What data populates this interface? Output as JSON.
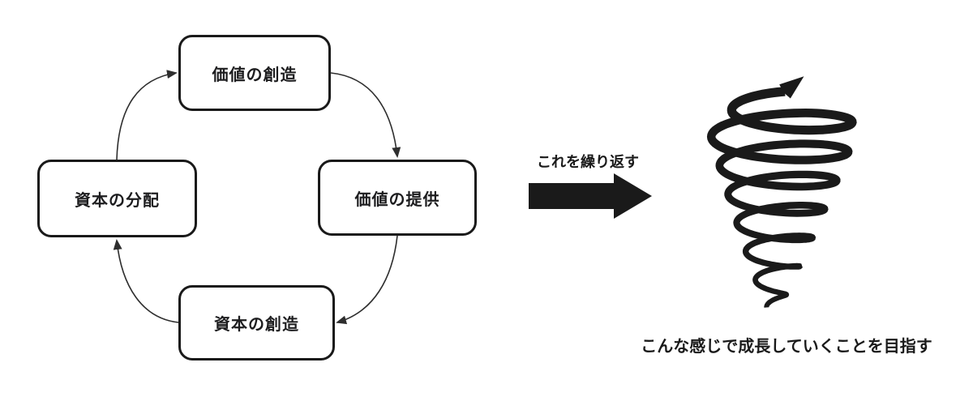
{
  "diagram": {
    "nodes": [
      {
        "id": "value-creation",
        "label": "価値の創造"
      },
      {
        "id": "value-delivery",
        "label": "価値の提供"
      },
      {
        "id": "capital-creation",
        "label": "資本の創造"
      },
      {
        "id": "capital-distribution",
        "label": "資本の分配"
      }
    ],
    "edges": [
      {
        "from": "capital-distribution",
        "to": "value-creation"
      },
      {
        "from": "value-creation",
        "to": "value-delivery"
      },
      {
        "from": "value-delivery",
        "to": "capital-creation"
      },
      {
        "from": "capital-creation",
        "to": "capital-distribution"
      }
    ]
  },
  "annotations": {
    "repeat_label": "これを繰り返す",
    "caption": "こんな感じで成長していくことを目指す"
  },
  "icons": {
    "repeat_arrow": "solid-right-block-arrow",
    "growth_spiral": "hand-drawn-tornado-spiral-with-arrow"
  },
  "colors": {
    "ink": "#1a1a1a",
    "line": "#2e2e2e",
    "background": "#ffffff"
  }
}
